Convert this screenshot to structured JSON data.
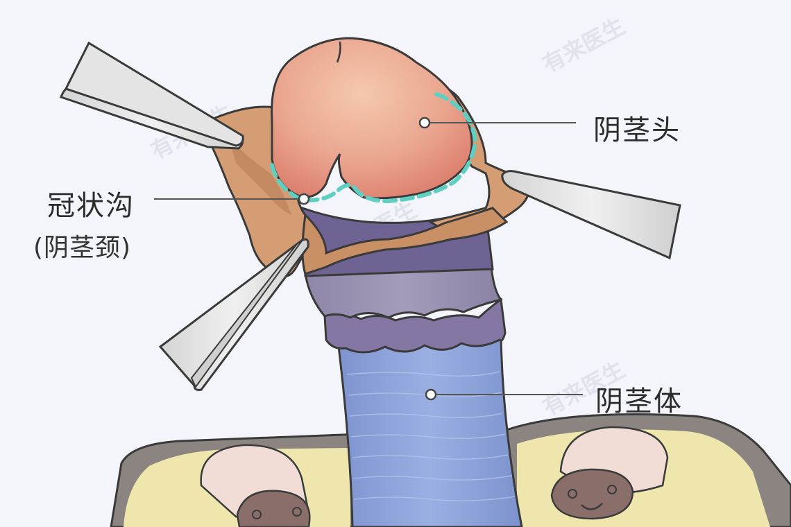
{
  "labels": {
    "glans": "阴茎头",
    "corona": "冠状沟",
    "corona_alt": "(阴茎颈)",
    "shaft": "阴茎体"
  },
  "watermark": "有来医生",
  "colors": {
    "background": "#f3f5fa",
    "glans": "#e79a86",
    "foreskin": "#d9a076",
    "shaft": "#8ea6da",
    "corona_dashed": "#5fcfc2",
    "clamp": "#e6e6e6",
    "leader_line": "#555555"
  }
}
